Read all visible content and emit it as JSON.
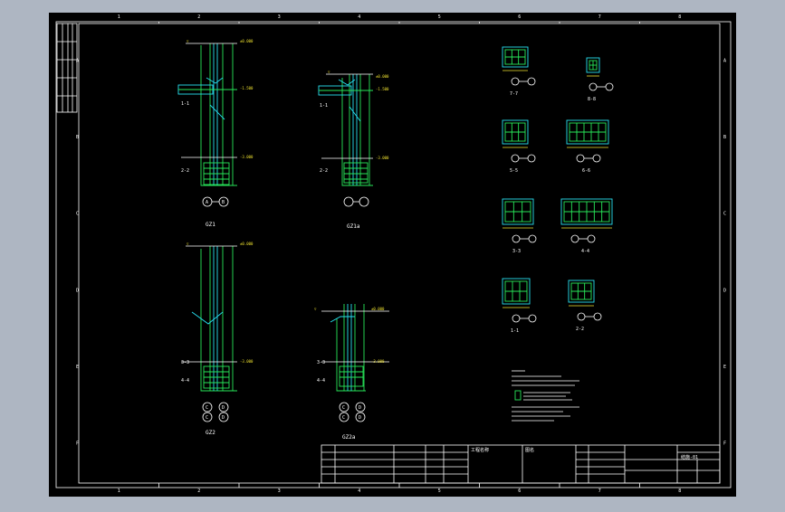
{
  "drawing": {
    "grid_columns": [
      "1",
      "2",
      "3",
      "4",
      "5",
      "6",
      "7",
      "8"
    ],
    "grid_rows": [
      "A",
      "B",
      "C",
      "D",
      "E",
      "F"
    ]
  },
  "columns": [
    {
      "id": "c1",
      "label": "GZ1",
      "axes": [
        "A",
        "B"
      ]
    },
    {
      "id": "c2",
      "label": "GZ1a",
      "axes": [
        "",
        ""
      ]
    },
    {
      "id": "c3",
      "label": "GZ2",
      "axes": [
        "C",
        "C",
        "D",
        "D"
      ]
    },
    {
      "id": "c4",
      "label": "GZ2a",
      "axes": [
        "C",
        "D",
        "C",
        "D"
      ]
    }
  ],
  "sections": [
    {
      "id": "s77",
      "label": "7-7"
    },
    {
      "id": "s88",
      "label": "8-8"
    },
    {
      "id": "s55",
      "label": "5-5"
    },
    {
      "id": "s66",
      "label": "6-6"
    },
    {
      "id": "s33",
      "label": "3-3"
    },
    {
      "id": "s44",
      "label": "4-4"
    },
    {
      "id": "s11",
      "label": "1-1"
    },
    {
      "id": "s22",
      "label": "2-2"
    }
  ],
  "title_block": {
    "project_label": "工程名称",
    "drawing_label": "图名",
    "drawing_no": "结施-01"
  },
  "colors": {
    "background": "#000000",
    "frame": "#ffffff",
    "rebar": "#27e85a",
    "outline": "#27e0f0",
    "dimension": "#f0e330"
  }
}
